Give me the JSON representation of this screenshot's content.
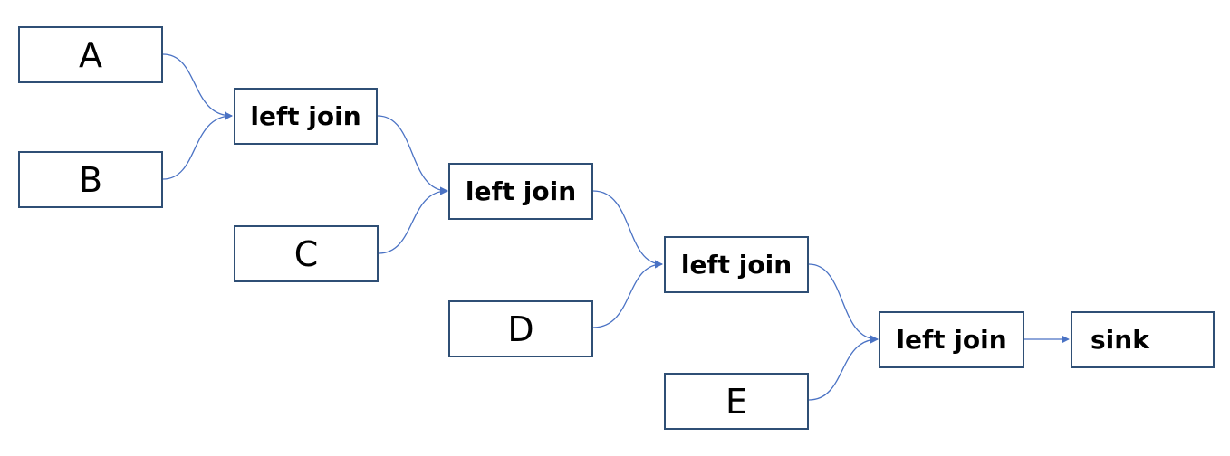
{
  "diagram": {
    "nodes": {
      "a": "A",
      "b": "B",
      "c": "C",
      "d": "D",
      "e": "E",
      "join1": "left join",
      "join2": "left join",
      "join3": "left join",
      "join4": "left join",
      "sink": "sink"
    },
    "edges": [
      [
        "A",
        "left join 1"
      ],
      [
        "B",
        "left join 1"
      ],
      [
        "left join 1",
        "left join 2"
      ],
      [
        "C",
        "left join 2"
      ],
      [
        "left join 2",
        "left join 3"
      ],
      [
        "D",
        "left join 3"
      ],
      [
        "left join 3",
        "left join 4"
      ],
      [
        "E",
        "left join 4"
      ],
      [
        "left join 4",
        "sink"
      ]
    ],
    "colors": {
      "box_border": "#2f4f75",
      "edge": "#4a72c4"
    }
  }
}
